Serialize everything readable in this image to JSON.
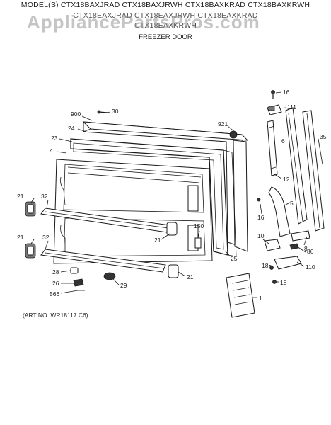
{
  "header": {
    "models_line1": "MODEL(S) CTX18BAXJRAD CTX18BAXJRWH CTX18BAXKRAD CTX18BAXKRWH",
    "models_line2": "CTX18EAXJRAD CTX18EAXJRWH CTX18EAXKRAD",
    "models_line3": "CTX18EAXKRWH",
    "watermark": "AppliancePartsPros.com",
    "section_title": "FREEZER DOOR"
  },
  "footer": {
    "art_number": "(ART NO. WR18117 C6)"
  },
  "callouts": {
    "c1": "1",
    "c4": "4",
    "c5": "5",
    "c6": "6",
    "c8": "8",
    "c10": "10",
    "c12": "12",
    "c16a": "16",
    "c16b": "16",
    "c18a": "18",
    "c18b": "18",
    "c21a": "21",
    "c21b": "21",
    "c21c": "21",
    "c21d": "21",
    "c23": "23",
    "c24": "24",
    "c25": "25",
    "c26": "26",
    "c28": "28",
    "c29": "29",
    "c30": "30",
    "c32a": "32",
    "c32b": "32",
    "c35": "35",
    "c86": "86",
    "c110": "110",
    "c111": "111",
    "c150": "150",
    "c566": "566",
    "c900": "900",
    "c921": "921"
  }
}
